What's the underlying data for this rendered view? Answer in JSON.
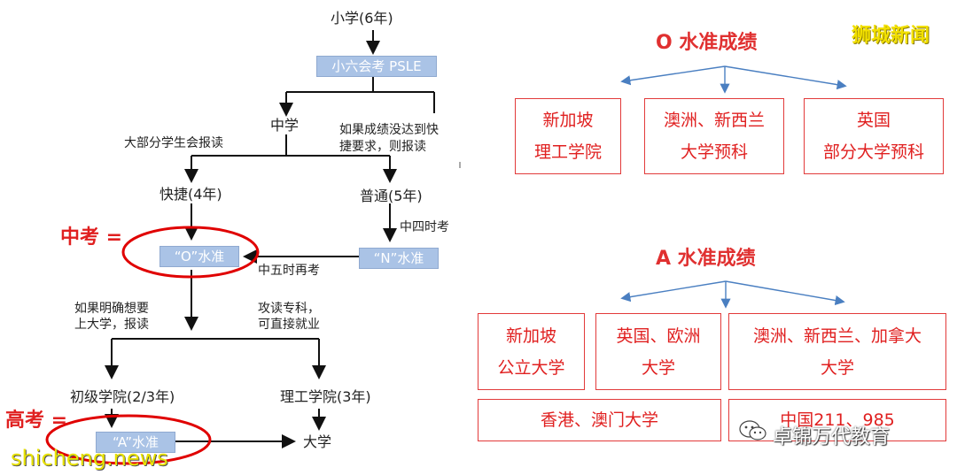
{
  "left_flow": {
    "primary": "小学(6年)",
    "psle": "小六会考 PSLE",
    "secondary": "中学",
    "majority_note": "大部分学生会报读",
    "normal_note_1": "如果成绩没达到快",
    "normal_note_2": "捷要求，则报读",
    "express": "快捷(4年)",
    "normal": "普通(5年)",
    "sec4_note": "中四时考",
    "o_level": "“O”水准",
    "n_level": "“N”水准",
    "sec5_note": "中五时再考",
    "zhongkao": "中考 =",
    "uni_note_1": "如果明确想要",
    "uni_note_2": "上大学，报读",
    "work_note_1": "攻读专科，",
    "work_note_2": "可直接就业",
    "jc": "初级学院(2/3年)",
    "poly": "理工学院(3年)",
    "a_level": "“A”水准",
    "university": "大学",
    "gaokao": "高考 ="
  },
  "o_section": {
    "title": "O 水准成绩",
    "boxes": [
      {
        "line1": "新加坡",
        "line2": "理工学院"
      },
      {
        "line1": "澳洲、新西兰",
        "line2": "大学预科"
      },
      {
        "line1": "英国",
        "line2": "部分大学预科"
      }
    ]
  },
  "a_section": {
    "title": "A 水准成绩",
    "boxes": [
      {
        "line1": "新加坡",
        "line2": "公立大学"
      },
      {
        "line1": "英国、欧洲",
        "line2": "大学"
      },
      {
        "line1": "澳洲、新西兰、加拿大",
        "line2": "大学"
      },
      {
        "line1": "香港、澳门大学",
        "line2": ""
      },
      {
        "line1": "中国211、985",
        "line2": ""
      }
    ]
  },
  "watermarks": {
    "top_right": "狮城新闻",
    "bottom_left": "shicheng.news",
    "wechat": "卓锦万代教育"
  },
  "colors": {
    "red": "#e02020",
    "blue_box": "#aac3e6",
    "arrow_blue": "#4a7fc1"
  }
}
